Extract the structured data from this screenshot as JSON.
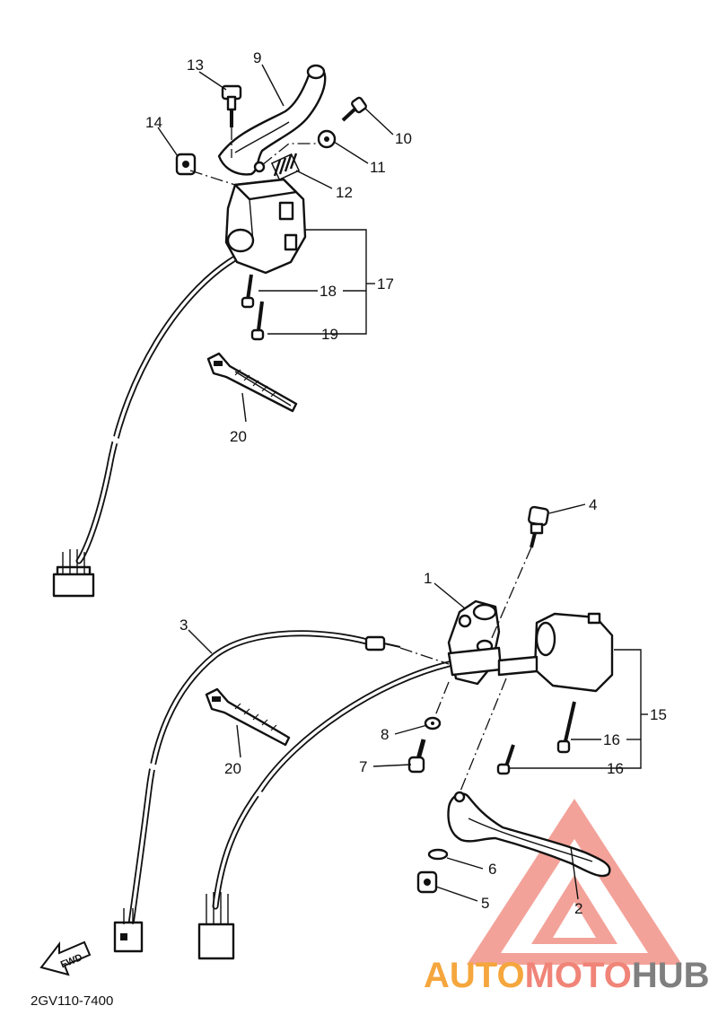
{
  "diagram": {
    "part_labels": [
      {
        "id": "1",
        "text": "1"
      },
      {
        "id": "2",
        "text": "2"
      },
      {
        "id": "3",
        "text": "3"
      },
      {
        "id": "4",
        "text": "4"
      },
      {
        "id": "5",
        "text": "5"
      },
      {
        "id": "6",
        "text": "6"
      },
      {
        "id": "7",
        "text": "7"
      },
      {
        "id": "8",
        "text": "8"
      },
      {
        "id": "9",
        "text": "9"
      },
      {
        "id": "10",
        "text": "10"
      },
      {
        "id": "11",
        "text": "11"
      },
      {
        "id": "12",
        "text": "12"
      },
      {
        "id": "13",
        "text": "13"
      },
      {
        "id": "14",
        "text": "14"
      },
      {
        "id": "15",
        "text": "15"
      },
      {
        "id": "16a",
        "text": "16"
      },
      {
        "id": "16b",
        "text": "16"
      },
      {
        "id": "17",
        "text": "17"
      },
      {
        "id": "18",
        "text": "18"
      },
      {
        "id": "19",
        "text": "19"
      },
      {
        "id": "20a",
        "text": "20"
      },
      {
        "id": "20b",
        "text": "20"
      }
    ],
    "diagram_code": "2GV110-7400",
    "fwd_label": "FWD"
  },
  "watermark": {
    "part1": "AUTO",
    "part2": "MOTO",
    "part3": "HUB",
    "color_orange": "#f5a63c",
    "color_red": "#f08478",
    "color_gray": "#7f7f7f"
  }
}
